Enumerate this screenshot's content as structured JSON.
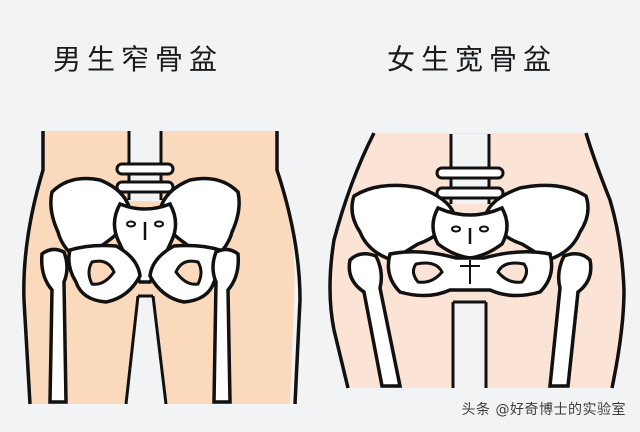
{
  "panels": {
    "male": {
      "title": "男生窄骨盆",
      "skin_color": "#fbd9bd"
    },
    "female": {
      "title": "女生宽骨盆",
      "skin_color": "#fbe3d6"
    }
  },
  "colors": {
    "background": "#f2f3f5",
    "outline": "#111111",
    "bone": "#ffffff"
  },
  "watermark": {
    "text": "头条 @好奇博士的实验室"
  }
}
